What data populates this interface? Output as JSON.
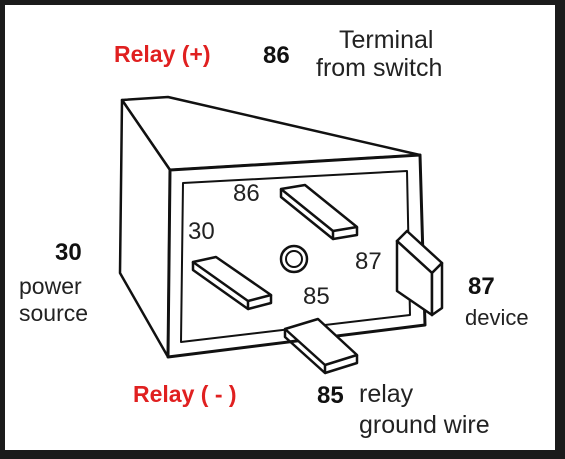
{
  "labels": {
    "relay_plus": "Relay (+)",
    "pin86_num": "86",
    "terminal_line1": "Terminal",
    "terminal_line2": "from switch",
    "pin30_num": "30",
    "power_line1": "power",
    "power_line2": "source",
    "pin87_num": "87",
    "device": "device",
    "relay_minus": "Relay ( - )",
    "pin85_num": "85",
    "relay_line1": "relay",
    "relay_line2": "ground wire"
  },
  "pins": {
    "p86": "86",
    "p30": "30",
    "p87": "87",
    "p85": "85"
  },
  "colors": {
    "accent_red": "#e02020",
    "line": "#111111",
    "frame_bg": "#1b1b1b"
  }
}
